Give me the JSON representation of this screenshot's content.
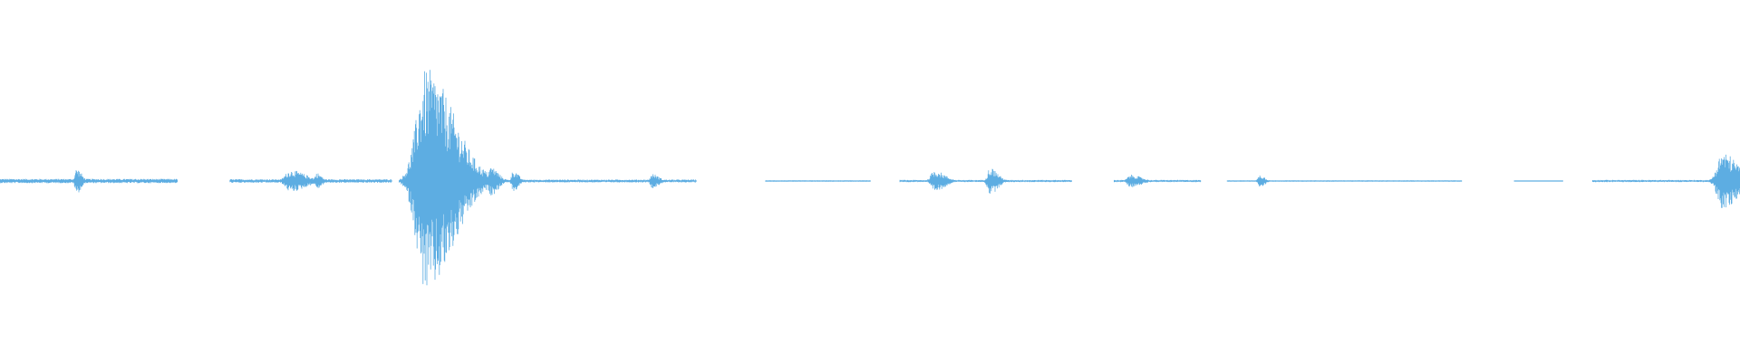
{
  "waveform": {
    "color": "#5dade2",
    "background": "#ffffff",
    "x_range": [
      0,
      1
    ],
    "segments": [
      {
        "start": 0.0,
        "end": 0.102,
        "amp": 0.012
      },
      {
        "start": 0.132,
        "end": 0.225,
        "amp": 0.01
      },
      {
        "start": 0.246,
        "end": 0.4,
        "amp": 0.008
      },
      {
        "start": 0.44,
        "end": 0.5,
        "amp": 0.004
      },
      {
        "start": 0.517,
        "end": 0.616,
        "amp": 0.006
      },
      {
        "start": 0.64,
        "end": 0.69,
        "amp": 0.006
      },
      {
        "start": 0.705,
        "end": 0.84,
        "amp": 0.004
      },
      {
        "start": 0.87,
        "end": 0.898,
        "amp": 0.003
      },
      {
        "start": 0.915,
        "end": 1.0,
        "amp": 0.006
      }
    ],
    "bursts": [
      {
        "center": 0.044,
        "width": 0.004,
        "amp": 0.07
      },
      {
        "center": 0.167,
        "width": 0.012,
        "amp": 0.06
      },
      {
        "center": 0.182,
        "width": 0.004,
        "amp": 0.045
      },
      {
        "center": 0.245,
        "width": 0.022,
        "amp": 0.62
      },
      {
        "center": 0.258,
        "width": 0.01,
        "amp": 0.25
      },
      {
        "center": 0.282,
        "width": 0.006,
        "amp": 0.08
      },
      {
        "center": 0.295,
        "width": 0.004,
        "amp": 0.06
      },
      {
        "center": 0.375,
        "width": 0.005,
        "amp": 0.04
      },
      {
        "center": 0.537,
        "width": 0.008,
        "amp": 0.06
      },
      {
        "center": 0.569,
        "width": 0.006,
        "amp": 0.075
      },
      {
        "center": 0.65,
        "width": 0.008,
        "amp": 0.035
      },
      {
        "center": 0.724,
        "width": 0.004,
        "amp": 0.035
      },
      {
        "center": 0.99,
        "width": 0.012,
        "amp": 0.16
      }
    ]
  }
}
